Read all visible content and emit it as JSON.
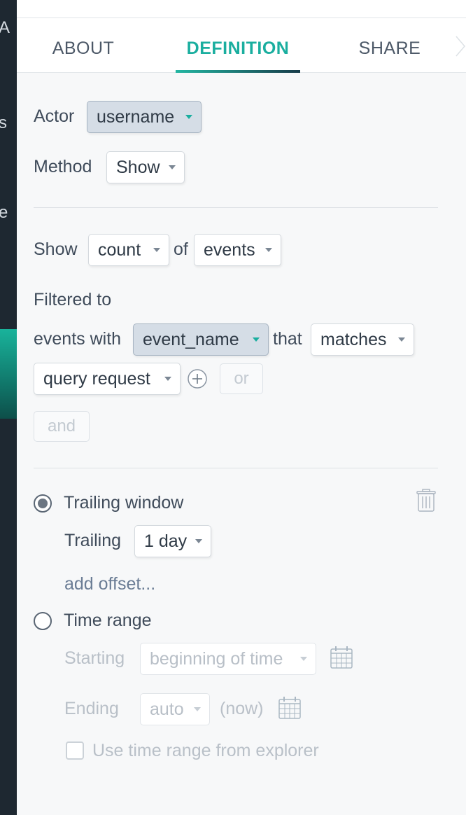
{
  "tabs": [
    {
      "label": "ABOUT",
      "active": false
    },
    {
      "label": "DEFINITION",
      "active": true
    },
    {
      "label": "SHARE",
      "active": false
    }
  ],
  "definition": {
    "actor": {
      "label": "Actor",
      "value": "username"
    },
    "method": {
      "label": "Method",
      "value": "Show"
    },
    "show": {
      "label": "Show",
      "aggregate": "count",
      "of_label": "of",
      "target": "events"
    },
    "filter": {
      "heading": "Filtered to",
      "prefix": "events with",
      "field": "event_name",
      "that_label": "that",
      "operator": "matches",
      "value": "query request",
      "or_label": "or",
      "and_label": "and"
    },
    "trailing_window": {
      "label": "Trailing window",
      "selected": true,
      "trailing_label": "Trailing",
      "trailing_value": "1 day",
      "add_offset": "add offset..."
    },
    "time_range": {
      "label": "Time range",
      "selected": false,
      "starting_label": "Starting",
      "starting_value": "beginning of time",
      "ending_label": "Ending",
      "ending_value": "auto",
      "now_label": "(now)",
      "use_explorer_label": "Use time range from explorer"
    }
  },
  "sidebar_glyphs": [
    "A",
    "s",
    "e"
  ],
  "colors": {
    "accent": "#1aae9f",
    "selected_chip": "#d5dde6",
    "sidebar": "#1e2831"
  },
  "icons": [
    "trash-icon",
    "calendar-icon",
    "plus-circle-icon",
    "caret-down-icon"
  ]
}
